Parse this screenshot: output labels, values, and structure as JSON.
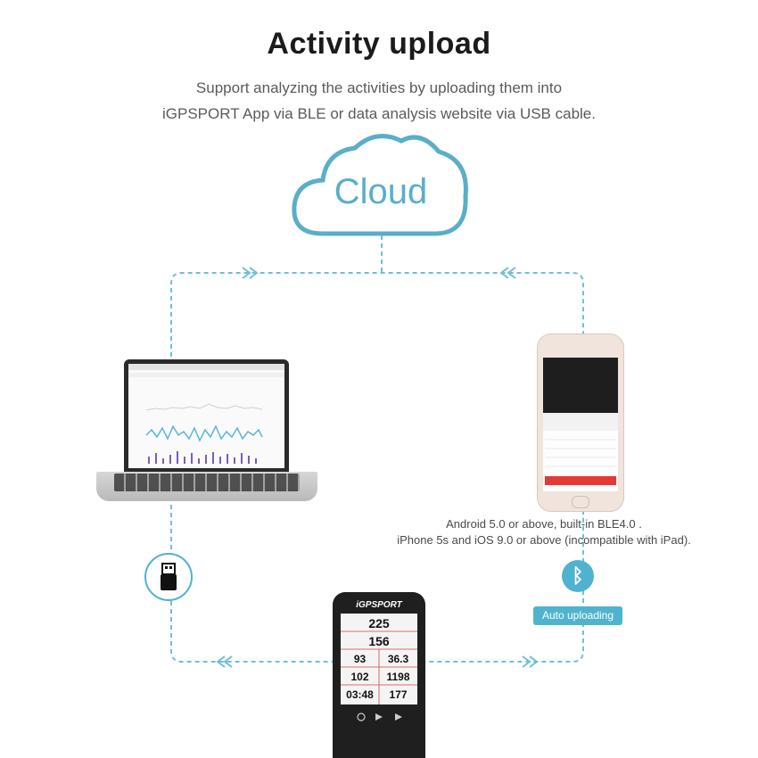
{
  "header": {
    "title": "Activity upload",
    "subtitle_line1": "Support analyzing the activities by uploading them into",
    "subtitle_line2": "iGPSPORT App via BLE or data analysis website via USB cable."
  },
  "cloud": {
    "label": "Cloud"
  },
  "phone_notes": {
    "line1": "Android 5.0 or above, built-in  BLE4.0 .",
    "line2": "iPhone 5s and iOS 9.0 or above (incompatible with iPad)."
  },
  "auto_upload": {
    "label": "Auto uploading"
  },
  "icons": {
    "usb": "usb-connector-icon",
    "bluetooth": "bluetooth-icon",
    "bluetooth_glyph": "ᛒ"
  },
  "device": {
    "brand": "iGPSPORT",
    "fields": [
      {
        "value": "225"
      },
      {
        "value": "156"
      },
      {
        "value": "93"
      },
      {
        "value": "36.3"
      },
      {
        "value": "102"
      },
      {
        "value": "1198"
      },
      {
        "value": "03:48"
      },
      {
        "value": "177"
      }
    ]
  },
  "colors": {
    "accent": "#4fb3cf",
    "cloud_text": "#5aaec9",
    "title": "#1b1b1b",
    "phone_button": "#e53935"
  }
}
